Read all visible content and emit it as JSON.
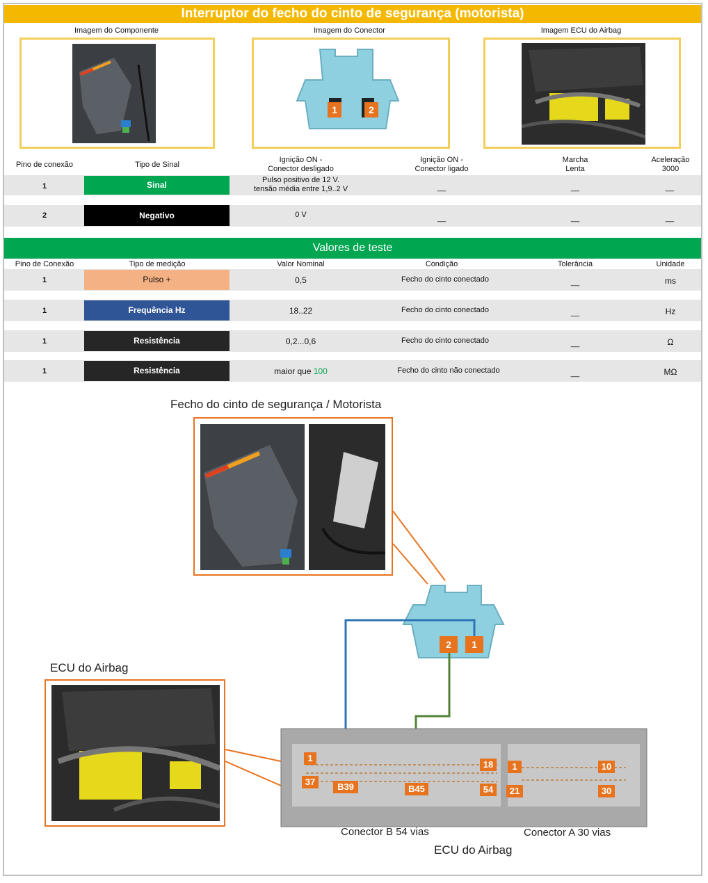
{
  "title": "Interruptor do fecho do cinto de segurança (motorista)",
  "images": {
    "component_caption": "Imagem do Componente",
    "connector_caption": "Imagem do Conector",
    "ecu_caption": "Imagem ECU do Airbag",
    "connector_pins": [
      "1",
      "2"
    ]
  },
  "pin_table": {
    "headers": [
      "Pino de conexão",
      "Tipo de Sinal",
      "Ignição ON -\nConector desligado",
      "Ignição ON -\nConector ligado",
      "Marcha\nLenta",
      "Aceleração\n3000"
    ],
    "rows": [
      {
        "pin": "1",
        "signal": "Sinal",
        "signal_color": "#00a650",
        "off": "Pulso positivo de 12 V.\ntensão média entre 1,9..2 V",
        "on": "__",
        "idle": "__",
        "accel": "__"
      },
      {
        "pin": "2",
        "signal": "Negativo",
        "signal_color": "#000000",
        "off": "0 V",
        "on": "__",
        "idle": "__",
        "accel": "__"
      }
    ]
  },
  "test_values": {
    "title": "Valores de teste",
    "headers": [
      "Pino de Conexão",
      "Tipo de medição",
      "Valor Nominal",
      "Condição",
      "Tolerância",
      "Unidade"
    ],
    "rows": [
      {
        "pin": "1",
        "type": "Pulso +",
        "type_color": "#f4b183",
        "type_text_color": "#111111",
        "nominal": "0,5",
        "nominal_prefix": "",
        "nominal_highlight": "",
        "condition": "Fecho do cinto conectado",
        "tolerance": "__",
        "unit": "ms"
      },
      {
        "pin": "1",
        "type": "Frequência Hz",
        "type_color": "#2f5597",
        "type_text_color": "#ffffff",
        "nominal": "18..22",
        "nominal_prefix": "",
        "nominal_highlight": "",
        "condition": "Fecho do cinto conectado",
        "tolerance": "__",
        "unit": "Hz"
      },
      {
        "pin": "1",
        "type": "Resistência",
        "type_color": "#262626",
        "type_text_color": "#ffffff",
        "nominal": "0,2...0,6",
        "nominal_prefix": "",
        "nominal_highlight": "",
        "condition": "Fecho do cinto conectado",
        "tolerance": "__",
        "unit": "Ω"
      },
      {
        "pin": "1",
        "type": "Resistência",
        "type_color": "#262626",
        "type_text_color": "#ffffff",
        "nominal": "",
        "nominal_prefix": "maior que ",
        "nominal_highlight": "100",
        "condition": "Fecho do cinto não conectado",
        "tolerance": "__",
        "unit": "MΩ"
      }
    ]
  },
  "diagram": {
    "buckle_title": "Fecho do cinto de segurança / Motorista",
    "ecu_title": "ECU do Airbag",
    "connector_pins": [
      "2",
      "1"
    ],
    "ecu_pins": {
      "b_first": "1",
      "b_37": "37",
      "b39": "B39",
      "b45": "B45",
      "b18": "18",
      "b54": "54",
      "a_first": "1",
      "a_10": "10",
      "a_21": "21",
      "a_30": "30"
    },
    "connector_b_label": "Conector B 54 vias",
    "connector_a_label": "Conector A 30 vias",
    "ecu_bottom_label": "ECU do Airbag",
    "wire_colors": {
      "pin1": "#2e74b5",
      "pin2": "#548235"
    }
  }
}
